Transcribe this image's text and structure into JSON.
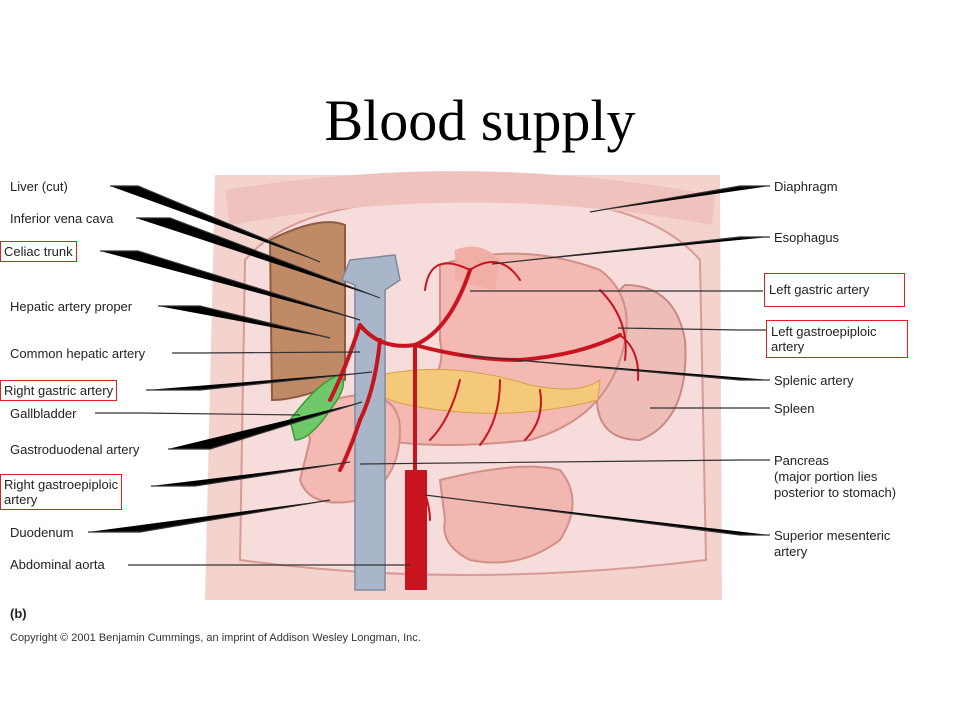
{
  "title": "Blood supply",
  "labels": {
    "liver": "Liver (cut)",
    "ivc": "Inferior vena cava",
    "celiac": "Celiac trunk",
    "hepatic_proper": "Hepatic artery proper",
    "common_hepatic": "Common hepatic artery",
    "right_gastric": "Right gastric artery",
    "gallbladder": "Gallbladder",
    "gastroduodenal": "Gastroduodenal artery",
    "right_gastroepiploic": "Right gastroepiploic\nartery",
    "duodenum": "Duodenum",
    "aorta": "Abdominal aorta",
    "diaphragm": "Diaphragm",
    "esophagus": "Esophagus",
    "left_gastric": "Left gastric artery",
    "left_gastroepiploic": "Left gastroepiploic\nartery",
    "splenic": "Splenic artery",
    "spleen": "Spleen",
    "pancreas": "Pancreas\n(major portion lies\nposterior to stomach)",
    "sma": "Superior mesenteric\nartery"
  },
  "panel_label": "(b)",
  "copyright": "Copyright © 2001 Benjamin Cummings, an imprint of Addison Wesley Longman, Inc.",
  "colors": {
    "highlight_box": "#e02020",
    "artery": "#c8141e",
    "body_wall": "#f1c9c5",
    "organ_pink": "#f3b9b2",
    "liver": "#c08a66",
    "ivc": "#a9b6c9",
    "gallbladder": "#6fc86a",
    "pancreas": "#f5c97a"
  }
}
